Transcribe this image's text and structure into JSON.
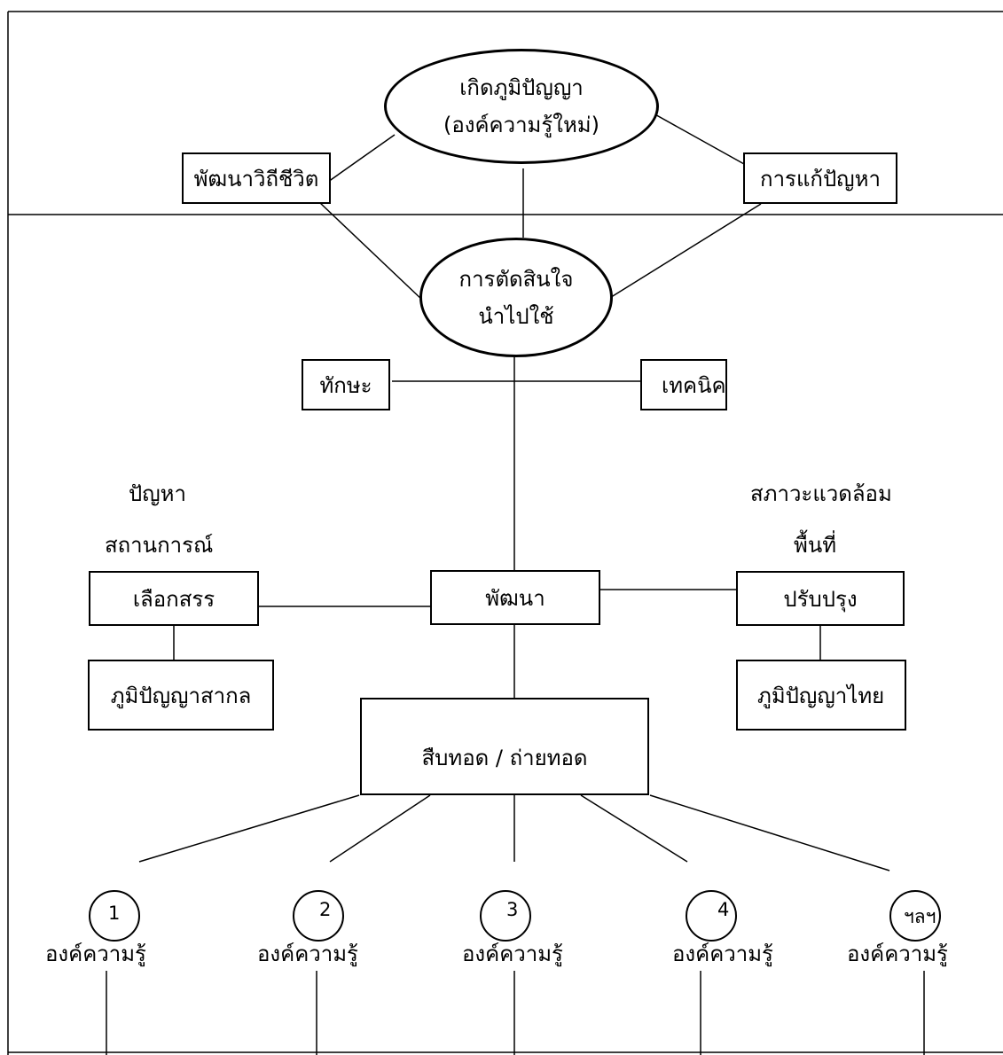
{
  "top": {
    "ellipse_line1": "เกิดภูมิปัญญา",
    "ellipse_line2": "(องค์ความรู้ใหม่)",
    "left_box": "พัฒนาวิถีชีวิต",
    "right_box": "การแก้ปัญหา"
  },
  "decision": {
    "line1": "การตัดสินใจ",
    "line2": "นำไปใช้"
  },
  "skills": {
    "left": "ทักษะ",
    "right": "เทคนิค"
  },
  "left_side": {
    "label1": "ปัญหา",
    "label2": "สถานการณ์",
    "select_box": "เลือกสรร",
    "wisdom_box": "ภูมิปัญญาสากล"
  },
  "center": {
    "develop_box": "พัฒนา",
    "inherit_box": "สืบทอด / ถ่ายทอด"
  },
  "right_side": {
    "label1": "สภาวะแวดล้อม",
    "label2": "พื้นที่",
    "improve_box": "ปรับปรุง",
    "wisdom_box": "ภูมิปัญญาไทย"
  },
  "knowledge": [
    {
      "num": "1",
      "label": "องค์ความรู้"
    },
    {
      "num": "2",
      "label": "องค์ความรู้"
    },
    {
      "num": "3",
      "label": "องค์ความรู้"
    },
    {
      "num": "4",
      "label": "องค์ความรู้"
    },
    {
      "num": "ฯลฯ",
      "label": "องค์ความรู้"
    }
  ]
}
